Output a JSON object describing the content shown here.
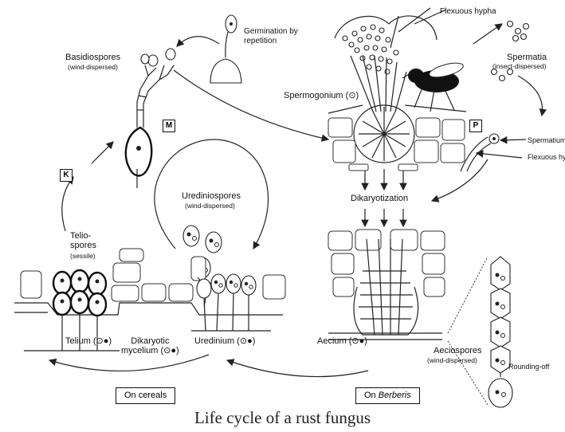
{
  "caption": "Life cycle of a rust fungus",
  "labels": {
    "germination": "Germination by repetition",
    "basidiospores": "Basidiospores",
    "basidiospores_sub": "(wind-dispersed)",
    "flexuous_hypha_top": "Flexuous hypha",
    "spermatia": "Spermatia",
    "spermatia_sub": "(insect-dispersed)",
    "spermogonium": "Spermogonium (⊙)",
    "spermatium": "Spermatium",
    "flexuous_hypha_p": "Flexuous hypha",
    "dikaryotization": "Dikaryotization",
    "urediniospores": "Urediniospores",
    "urediniospores_sub": "(wind-dispersed)",
    "teliospores": "Telio-\nspores",
    "teliospores_sub": "(sessile)",
    "telium": "Telium (⊙●)",
    "dikaryotic_mycelium": "Dikaryotic\nmycelium (⊙●)",
    "uredinium": "Uredinium (⊙●)",
    "aecium": "Aecium (⊙●)",
    "aeciospores": "Aeciospores",
    "aeciospores_sub": "(wind-dispersed)",
    "rounding_off": "Rounding-off"
  },
  "stages": {
    "m": "M",
    "k": "K",
    "p": "P"
  },
  "hosts": {
    "cereals": "On cereals",
    "berberis_prefix": "On ",
    "berberis_name": "Berberis"
  }
}
